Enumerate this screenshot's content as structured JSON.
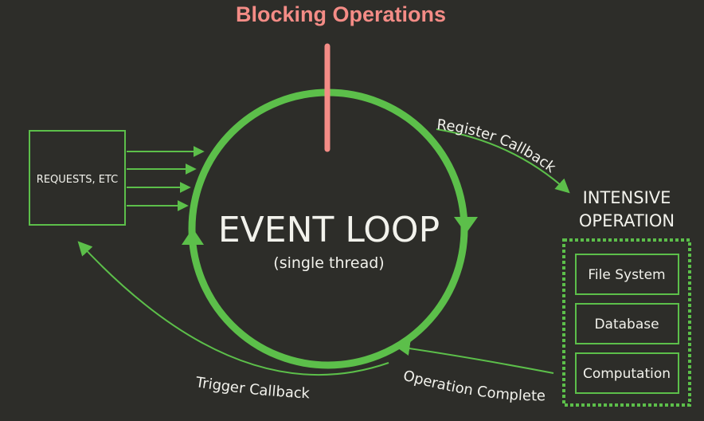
{
  "title": "Blocking Operations",
  "requests_label": "REQUESTS, ETC",
  "event_loop": {
    "title": "EVENT LOOP",
    "subtitle": "(single thread)"
  },
  "intensive": {
    "line1": "INTENSIVE",
    "line2": "OPERATION",
    "items": [
      "File System",
      "Database",
      "Computation"
    ]
  },
  "edges": {
    "register": "Register Callback",
    "complete": "Operation Complete",
    "trigger": "Trigger Callback"
  },
  "colors": {
    "background": "#2d2d29",
    "green": "#5cbf4a",
    "pink": "#f48c86",
    "text": "#f2f2ec"
  }
}
